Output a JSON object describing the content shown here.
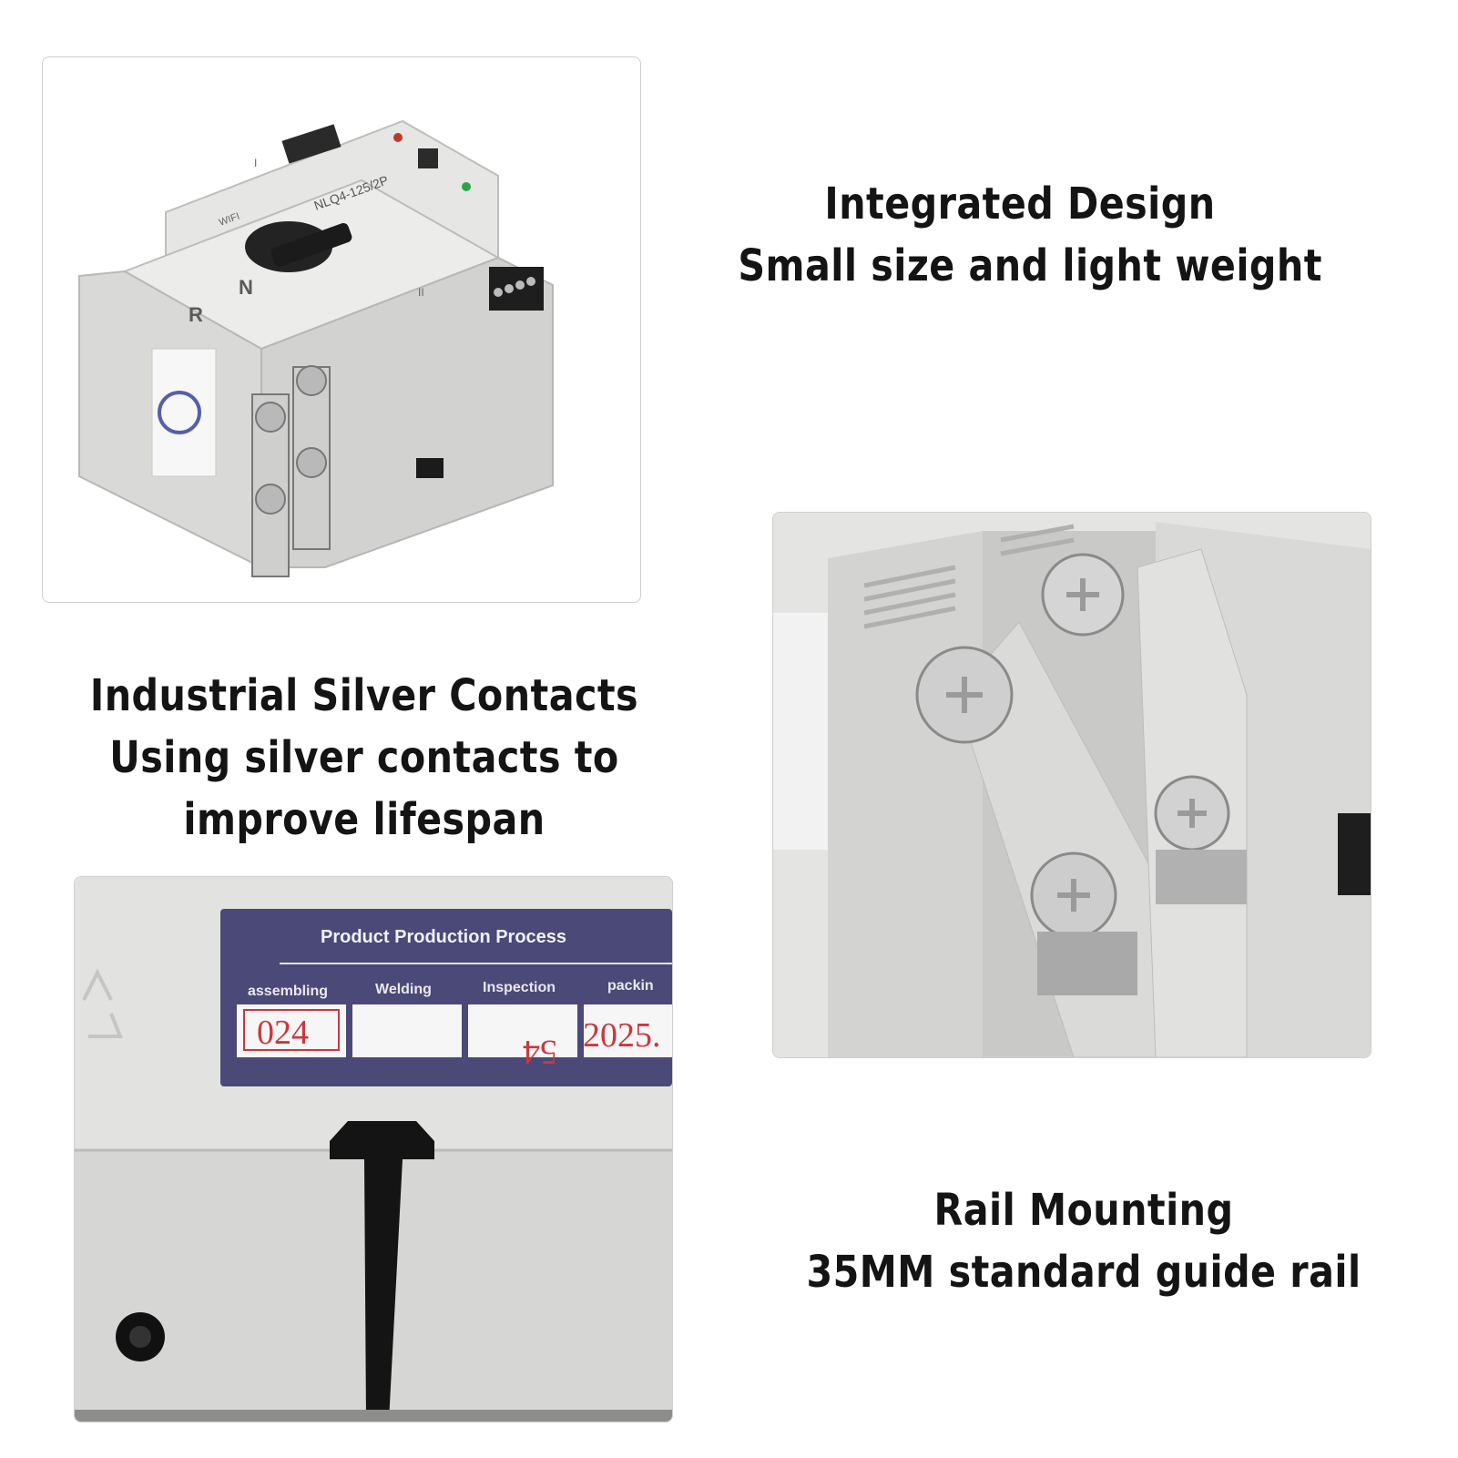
{
  "captions": {
    "integrated": {
      "title": "Integrated Design",
      "subtitle": "Small size and light weight"
    },
    "contacts": {
      "title": "Industrial Silver Contacts",
      "line2": "Using silver contacts to",
      "line3": "improve lifespan"
    },
    "rail": {
      "title": "Rail Mounting",
      "subtitle": "35MM standard guide rail"
    }
  },
  "device_labels": {
    "model": "NLQ4-125/2P",
    "left_terminal": "R",
    "right_terminal": "N",
    "wifi_text": "WIFI",
    "roman_one": "I",
    "roman_two": "II"
  },
  "production_label": {
    "title": "Product Production Process",
    "columns": [
      "assembling",
      "Welding",
      "Inspection",
      "packin"
    ],
    "stamps": [
      "024",
      "",
      "54",
      "2025."
    ]
  },
  "colors": {
    "device_body": "#dcdcda",
    "label_bg": "#4b4977",
    "stamp_red": "#c8383f",
    "caption_text": "#141414",
    "panel_border": "#cfcfcf"
  }
}
